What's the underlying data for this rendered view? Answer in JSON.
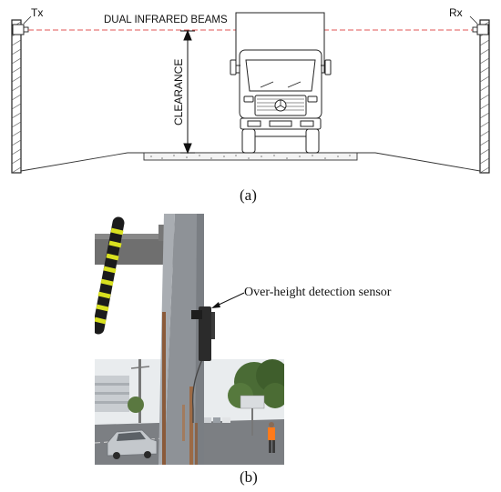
{
  "figure_a": {
    "tx_label": "Tx",
    "rx_label": "Rx",
    "beams_label": "DUAL INFRARED BEAMS",
    "clearance_label": "CLEARANCE",
    "caption": "(a)",
    "colors": {
      "beam": "#e05555",
      "line": "#222222"
    }
  },
  "figure_b": {
    "sensor_label": "Over-height detection sensor",
    "caption": "(b)",
    "colors": {
      "pole": "#8e9297",
      "sky": "#e9ecee",
      "stripe_yellow": "#d8e020",
      "vest": "#ff7a1a"
    }
  }
}
